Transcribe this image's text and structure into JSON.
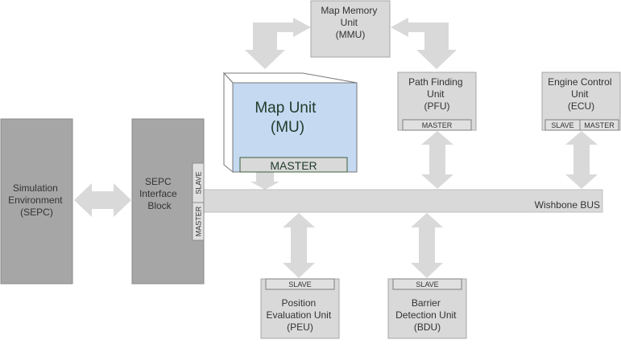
{
  "colors": {
    "box_fill": "#d9d9d9",
    "box_stroke": "#a6a6a6",
    "dark_fill": "#a6a6a6",
    "dark_stroke": "#8a8a8a",
    "mu_fill": "#c5d9f1",
    "mu_stroke": "#3d5f3d",
    "mu_text": "#1f3b2a",
    "arrow_fill": "#d9d9d9",
    "bus_fill": "#d9d9d9"
  },
  "simulation": {
    "lines": [
      "Simulation",
      "Environment",
      "(SEPC)"
    ]
  },
  "sepc": {
    "lines": [
      "SEPC",
      "Interface",
      "Block"
    ],
    "slave_label": "SLAVE",
    "master_label": "MASTER"
  },
  "mmu": {
    "lines": [
      "Map Memory",
      "Unit",
      "(MMU)"
    ]
  },
  "mu": {
    "lines": [
      "Map Unit",
      "(MU)"
    ],
    "master_label": "MASTER"
  },
  "pfu": {
    "lines": [
      "Path Finding",
      "Unit",
      "(PFU)"
    ],
    "master_label": "MASTER"
  },
  "ecu": {
    "lines": [
      "Engine Control",
      "Unit",
      "(ECU)"
    ],
    "slave_label": "SLAVE",
    "master_label": "MASTER"
  },
  "bus": {
    "label": "Wishbone BUS"
  },
  "peu": {
    "lines": [
      "Position",
      "Evaluation Unit",
      "(PEU)"
    ],
    "slave_label": "SLAVE"
  },
  "bdu": {
    "lines": [
      "Barrier",
      "Detection Unit",
      "(BDU)"
    ],
    "slave_label": "SLAVE"
  }
}
